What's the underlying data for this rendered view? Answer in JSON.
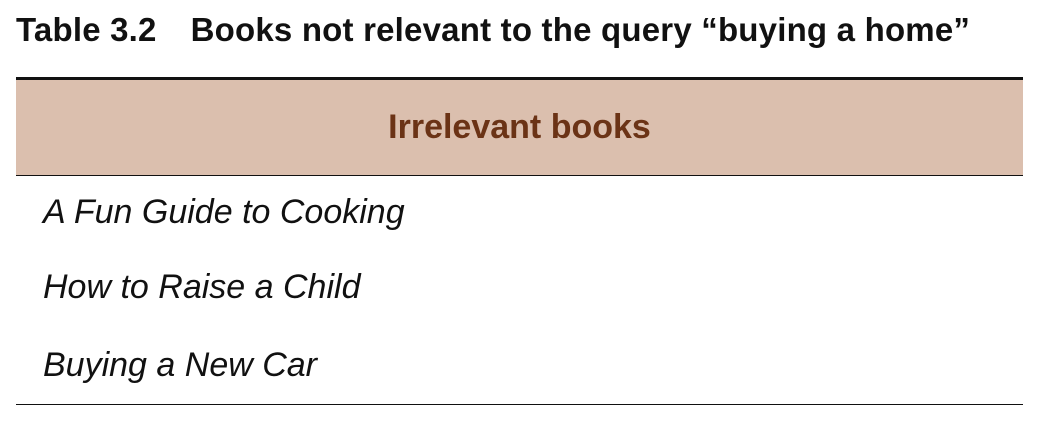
{
  "caption": {
    "label": "Table 3.2",
    "title": "Books not relevant to the query “buying a home”"
  },
  "table": {
    "header": "Irrelevant books",
    "rows": [
      "A Fun Guide to Cooking",
      "How to Raise a Child",
      "Buying a New Car"
    ]
  },
  "colors": {
    "header_background": "#dbbfae",
    "header_text": "#6b3316",
    "rule": "#111111"
  }
}
